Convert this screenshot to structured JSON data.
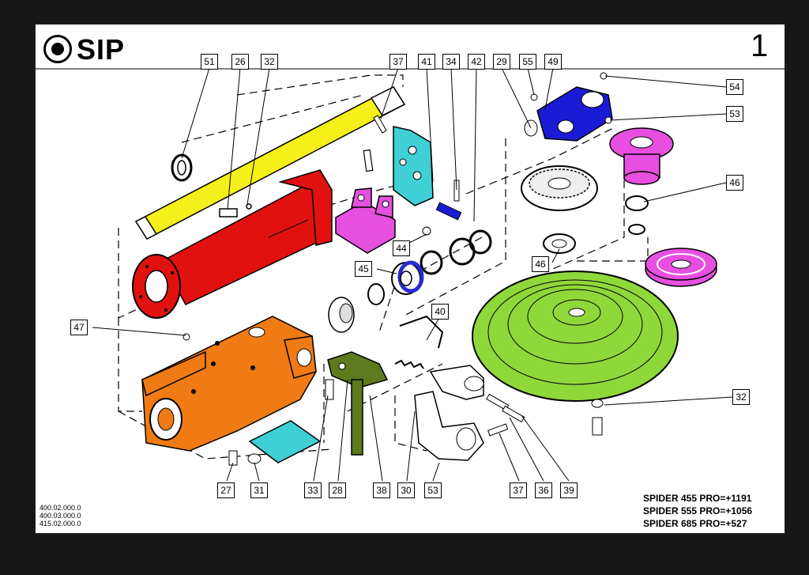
{
  "brand": {
    "name": "SIP"
  },
  "page_number": "1",
  "codes": [
    "400.02.000.0",
    "400.03.000.0",
    "415.02.000.0"
  ],
  "models": [
    "SPIDER 455 PRO=+1191",
    "SPIDER 555 PRO=+1056",
    "SPIDER 685 PRO=+527"
  ],
  "colors": {
    "shaft": "#f5ef1a",
    "tube": "#e0110f",
    "gearbox_housing": "#f07a14",
    "bracket": "#e64fe0",
    "plate": "#3fd0d6",
    "universal_joint": "#1b1bd6",
    "disc": "#8fd83a",
    "pinion_shaft": "#5e7a1c",
    "spacer_ring": "#2a2ad0"
  },
  "callouts": {
    "c51": "51",
    "c26": "26",
    "c32_top": "32",
    "c37_top": "37",
    "c41": "41",
    "c34": "34",
    "c42": "42",
    "c29": "29",
    "c55": "55",
    "c49": "49",
    "c54": "54",
    "c53_top": "53",
    "c46_right": "46",
    "c46_mid": "46",
    "c44": "44",
    "c45": "45",
    "c40": "40",
    "c47": "47",
    "c32_right": "32",
    "c27": "27",
    "c31": "31",
    "c33": "33",
    "c28": "28",
    "c38": "38",
    "c30": "30",
    "c53_bottom": "53",
    "c37_bottom": "37",
    "c36": "36",
    "c39": "39"
  }
}
